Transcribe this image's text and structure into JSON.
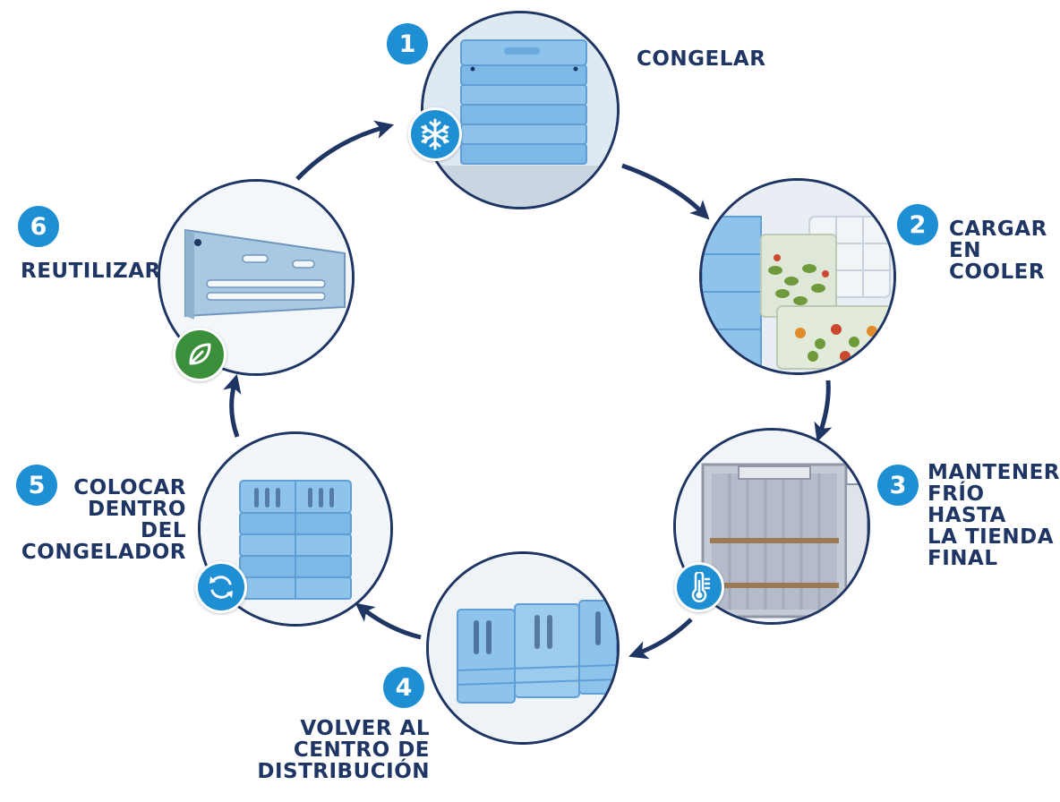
{
  "steps": [
    {
      "number": "1",
      "label_lines": [
        "CONGELAR"
      ],
      "icon": "snowflake-icon"
    },
    {
      "number": "2",
      "label_lines": [
        "CARGAR",
        "EN",
        "COOLER"
      ],
      "icon": ""
    },
    {
      "number": "3",
      "label_lines": [
        "MANTENER",
        "FRÍO",
        "HASTA",
        "LA TIENDA",
        "FINAL"
      ],
      "icon": "thermometer-icon"
    },
    {
      "number": "4",
      "label_lines": [
        "VOLVER AL",
        "CENTRO DE",
        "DISTRIBUCIÓN"
      ],
      "icon": ""
    },
    {
      "number": "5",
      "label_lines": [
        "COLOCAR",
        "DENTRO",
        "DEL",
        "CONGELADOR"
      ],
      "icon": "refresh-icon"
    },
    {
      "number": "6",
      "label_lines": [
        "REUTILIZAR"
      ],
      "icon": "leaf-icon"
    }
  ],
  "colors": {
    "navy": "#1f3564",
    "accent_blue": "#1f8fd4",
    "green": "#3b8f3b",
    "ice_blue": "#8ec3ec"
  }
}
